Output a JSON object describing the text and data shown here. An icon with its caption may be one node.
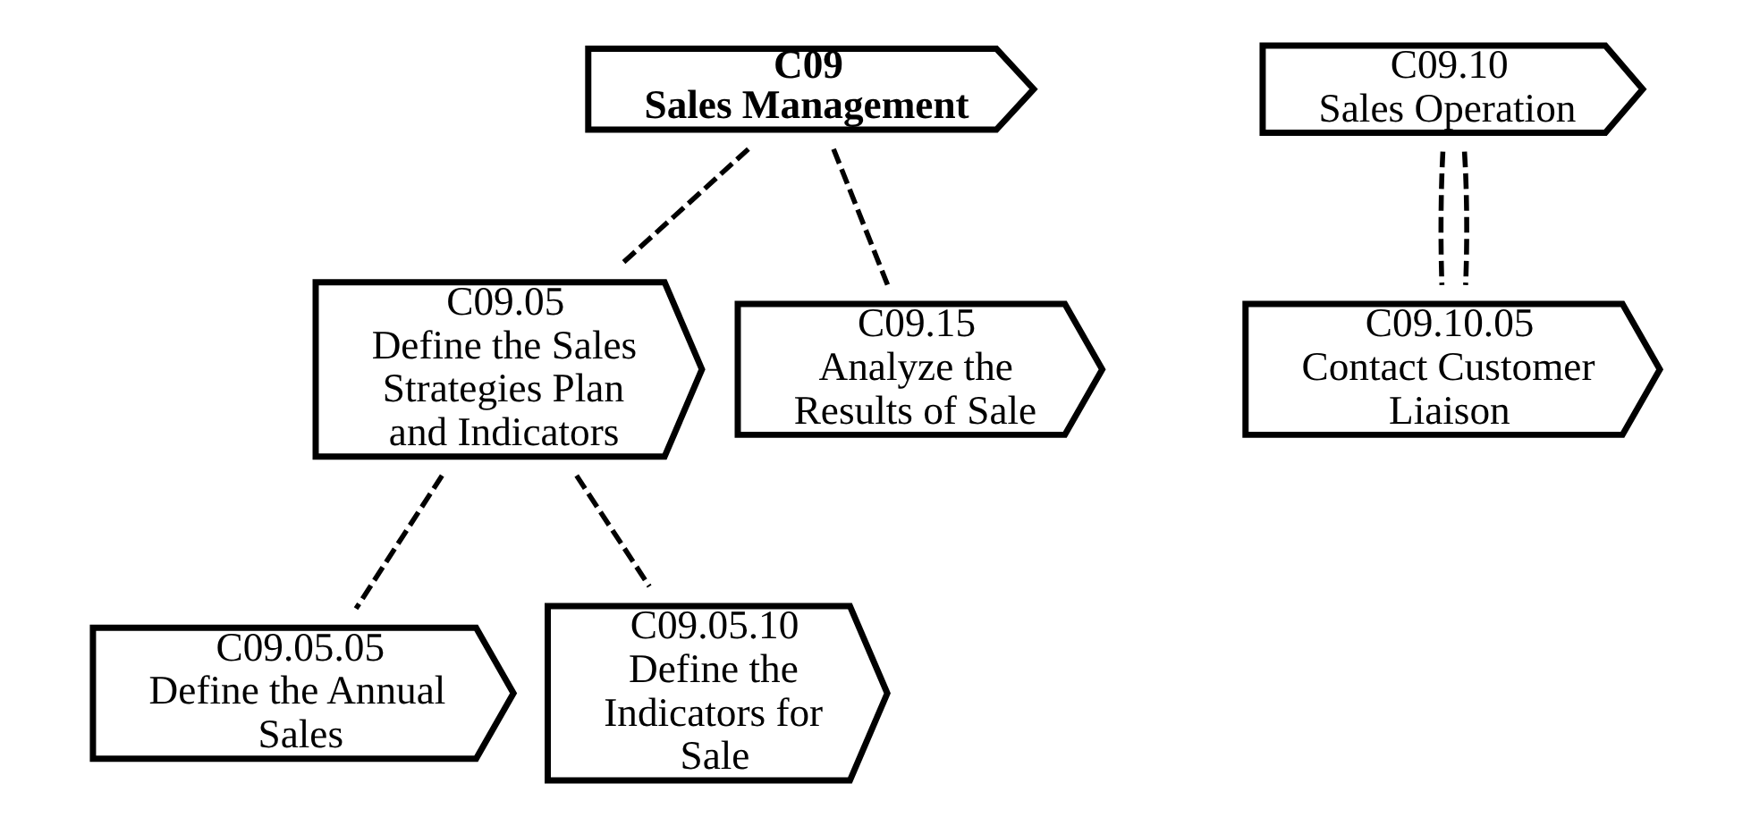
{
  "diagram": {
    "nodes": [
      {
        "text": [
          "C09",
          "Sales Management"
        ]
      },
      {
        "text": [
          "C09.05",
          "Define the Sales Strategies Plan and Indicators"
        ]
      },
      {
        "text": [
          "C09.10",
          "Sales Operation"
        ]
      },
      {
        "text": [
          "C09.15",
          "Analyze the Results of Sale"
        ]
      },
      {
        "text": [
          "C09.05.05",
          "Define the Annual Sales"
        ]
      },
      {
        "text": [
          "C09.05.10",
          "Define the Indicators for Sale"
        ]
      },
      {
        "text": [
          "C09.10.05",
          "Contact Customer Liaison"
        ]
      }
    ],
    "edges": [
      {
        "from": 0,
        "to": 1,
        "arrow": "none",
        "style": "dashed"
      },
      {
        "from": 0,
        "to": 3,
        "arrow": "none",
        "style": "dashed"
      },
      {
        "from": 1,
        "to": 4,
        "arrow": "none",
        "style": "dashed"
      },
      {
        "from": 1,
        "to": 5,
        "arrow": "none",
        "style": "dashed"
      },
      {
        "from": 2,
        "to": 6,
        "arrow": "none",
        "style": "dashed"
      },
      {
        "from": 2,
        "to": 6,
        "arrow": "none",
        "style": "dashed"
      }
    ]
  }
}
